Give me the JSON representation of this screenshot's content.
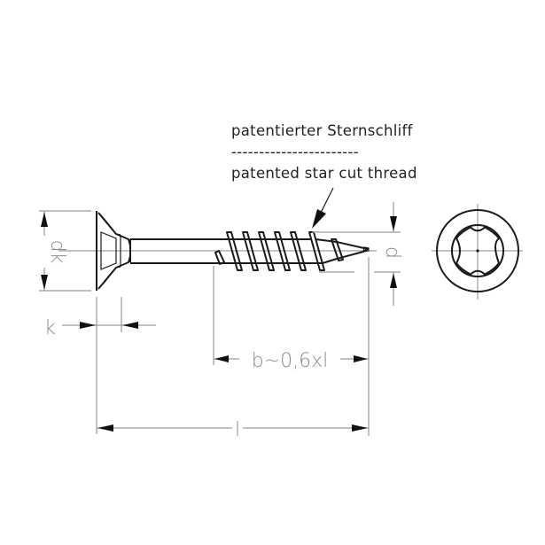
{
  "drawing": {
    "subject": "countersunk wood screw with star drive",
    "annotation": {
      "german": "patentierter Sternschliff",
      "separator": "-----------------------",
      "english": "patented star cut thread"
    },
    "dimensions": {
      "head_diameter": "dk",
      "head_height": "k",
      "thread_diameter": "d",
      "thread_length": "b~0,6xl",
      "total_length": "l"
    },
    "end_view": "star-drive-recess"
  },
  "colors": {
    "object_line": "#1a1a1a",
    "dimension_line": "#9a9a9a",
    "background": "#ffffff"
  }
}
